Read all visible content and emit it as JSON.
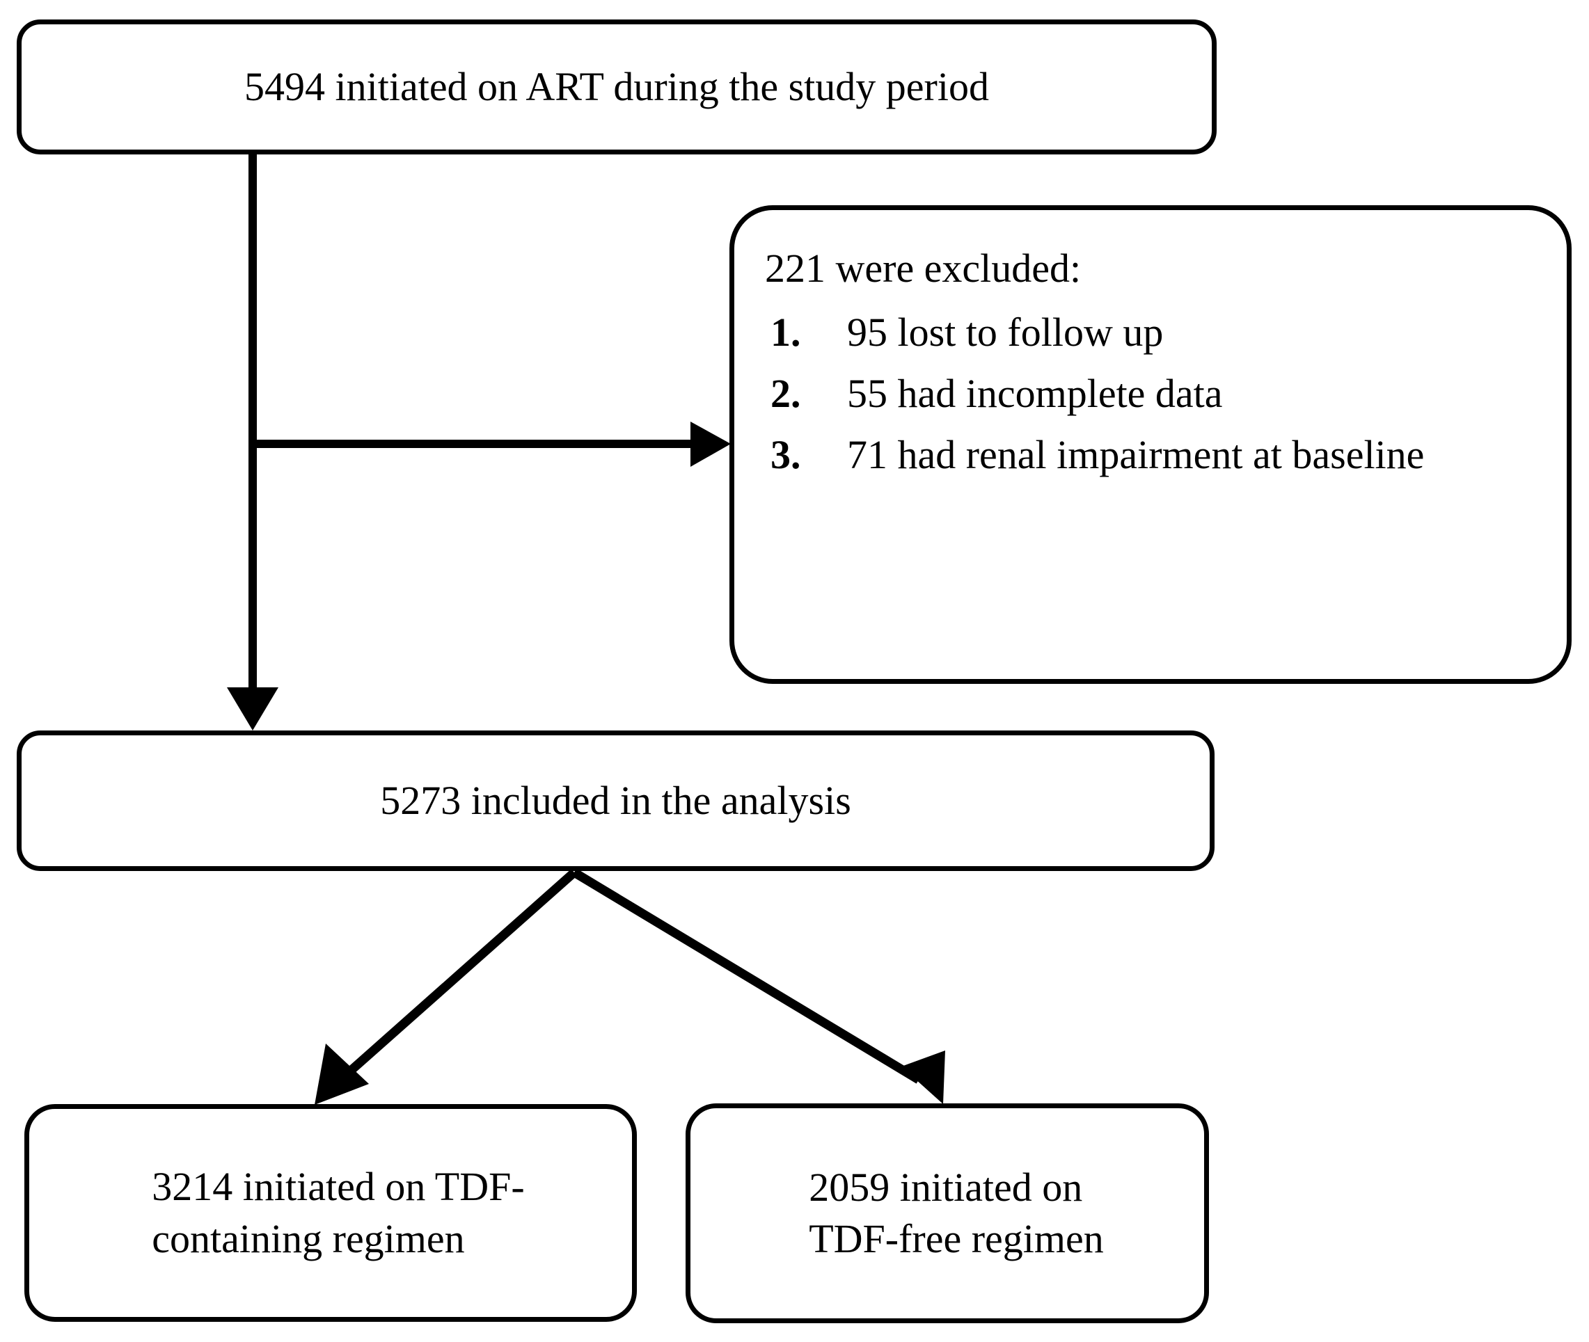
{
  "diagram": {
    "type": "flowchart",
    "title": "Study participant flow diagram",
    "stroke_color": "#000000",
    "background_color": "#ffffff",
    "nodes": {
      "enrolled": {
        "text": "5494 initiated on ART during the study period",
        "count": 5494
      },
      "excluded": {
        "heading": "221 were excluded:",
        "count": 221,
        "items": [
          {
            "number": "1.",
            "text": "95 lost to follow up",
            "count": 95
          },
          {
            "number": "2.",
            "text": "55 had incomplete data",
            "count": 55
          },
          {
            "number": "3.",
            "text": "71 had renal impairment at baseline",
            "count": 71
          }
        ]
      },
      "included": {
        "text": "5273 included in the analysis",
        "count": 5273
      },
      "tdf_containing": {
        "text": "3214 initiated on TDF-\ncontaining regimen",
        "count": 3214
      },
      "tdf_free": {
        "text": "2059 initiated on\nTDF-free regimen",
        "count": 2059
      }
    },
    "edges": [
      {
        "from": "enrolled",
        "to": "excluded",
        "style": "elbow-right-arrow"
      },
      {
        "from": "enrolled",
        "to": "included",
        "style": "vertical-arrow"
      },
      {
        "from": "included",
        "to": "tdf_containing",
        "style": "diagonal-left-arrow"
      },
      {
        "from": "included",
        "to": "tdf_free",
        "style": "diagonal-right-arrow"
      }
    ]
  }
}
